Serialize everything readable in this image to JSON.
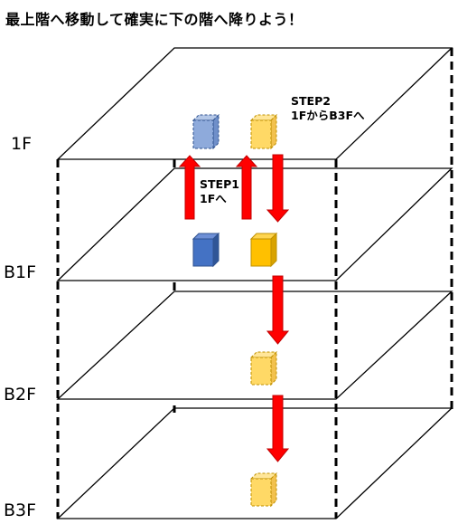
{
  "title": "最上階へ移動して確実に下の階へ降りよう！",
  "floors": [
    {
      "label": "1F"
    },
    {
      "label": "B1F"
    },
    {
      "label": "B2F"
    },
    {
      "label": "B3F"
    }
  ],
  "steps": [
    {
      "line1": "STEP1",
      "line2": "1Fへ"
    },
    {
      "line1": "STEP2",
      "line2": "1FからB3Fへ"
    }
  ],
  "colors": {
    "arrow": "#ff0000",
    "blue_cube": "#4472c4",
    "blue_cube_ghost": "#8eaadb",
    "yellow_cube": "#ffc000",
    "yellow_cube_ghost": "#ffd966"
  }
}
